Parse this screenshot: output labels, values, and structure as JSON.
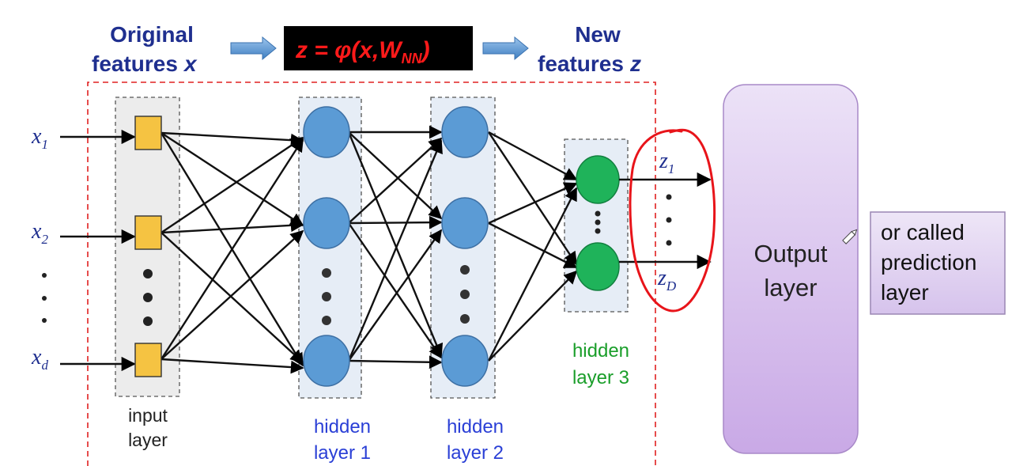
{
  "header": {
    "original_line1": "Original",
    "original_line2": "features",
    "original_var": "x",
    "formula": {
      "prefix": "z = φ(x,W",
      "subscript": "NN",
      "suffix": ")"
    },
    "new_line1": "New",
    "new_line2": "features",
    "new_var": "z"
  },
  "inputs": [
    {
      "var": "x",
      "sub": "1"
    },
    {
      "var": "x",
      "sub": "2"
    },
    {
      "var": "x",
      "sub": "d"
    }
  ],
  "outputs": [
    {
      "var": "z",
      "sub": "1"
    },
    {
      "var": "z",
      "sub": "D"
    }
  ],
  "layers": {
    "input": {
      "line1": "input",
      "line2": "layer"
    },
    "hidden1": {
      "line1": "hidden",
      "line2": "layer 1"
    },
    "hidden2": {
      "line1": "hidden",
      "line2": "layer 2"
    },
    "hidden3": {
      "line1": "hidden",
      "line2": "layer 3"
    }
  },
  "output_layer": {
    "line1": "Output",
    "line2": "layer"
  },
  "callout": {
    "line1": "or called",
    "line2": "prediction",
    "line3": "layer"
  },
  "colors": {
    "title": "#1f2f8f",
    "formula_text": "#ff1a1a",
    "formula_bg": "#000000",
    "input_node": "#f5c342",
    "hidden_node": "#5b9bd5",
    "hidden3_node": "#1fb35a",
    "dashed_frame": "#e02020",
    "annotation": "#e8141a",
    "output_box": "#d9c4ef"
  }
}
